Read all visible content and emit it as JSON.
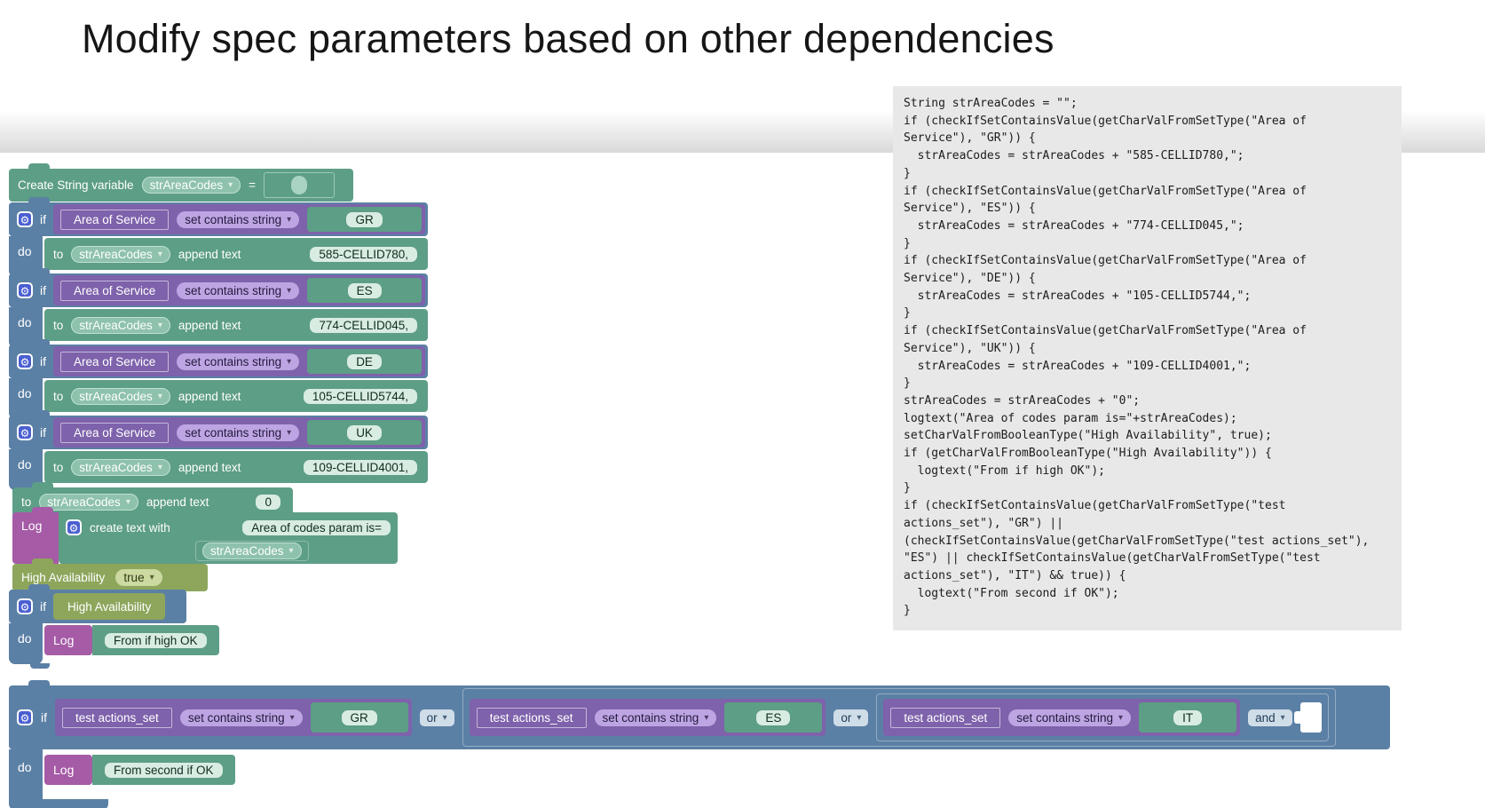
{
  "title": "Modify spec parameters based on other dependencies",
  "colors": {
    "block_green": "#5d9e86",
    "block_blue": "#5b80a5",
    "block_purple": "#7e62ab",
    "block_magenta": "#a55ba5",
    "block_olive": "#8da65c",
    "dropdown_lavender": "#bda5e3",
    "field_pill_bg": "#d9ece2",
    "gear_icon_bg": "#4a5fd0",
    "code_panel_bg": "#e8e8e8"
  },
  "workspace": {
    "create_var": {
      "label": "Create String variable",
      "var_dropdown": "strAreaCodes",
      "equals": "="
    },
    "if_rows": [
      {
        "if": "if",
        "set": "Area of Service",
        "op": "set contains string",
        "value": "GR",
        "do": "do",
        "to": "to",
        "var": "strAreaCodes",
        "action": "append text",
        "text": "585-CELLID780,"
      },
      {
        "if": "if",
        "set": "Area of Service",
        "op": "set contains string",
        "value": "ES",
        "do": "do",
        "to": "to",
        "var": "strAreaCodes",
        "action": "append text",
        "text": "774-CELLID045,"
      },
      {
        "if": "if",
        "set": "Area of Service",
        "op": "set contains string",
        "value": "DE",
        "do": "do",
        "to": "to",
        "var": "strAreaCodes",
        "action": "append text",
        "text": "105-CELLID5744,"
      },
      {
        "if": "if",
        "set": "Area of Service",
        "op": "set contains string",
        "value": "UK",
        "do": "do",
        "to": "to",
        "var": "strAreaCodes",
        "action": "append text",
        "text": "109-CELLID4001,"
      }
    ],
    "append_zero": {
      "to": "to",
      "var": "strAreaCodes",
      "action": "append text",
      "text": "0"
    },
    "log_create": {
      "log": "Log",
      "label": "create text with",
      "arg1": "Area of codes param is=",
      "arg2": "strAreaCodes"
    },
    "high_availability": {
      "label": "High Availability",
      "value": "true"
    },
    "if_high": {
      "if": "if",
      "condition": "High Availability",
      "do": "do",
      "log": "Log",
      "message": "From if high OK"
    },
    "big_if": {
      "if": "if",
      "do": "do",
      "log": "Log",
      "message": "From second if OK",
      "conditions": [
        {
          "set": "test actions_set",
          "op": "set contains string",
          "value": "GR",
          "join": "or"
        },
        {
          "set": "test actions_set",
          "op": "set contains string",
          "value": "ES",
          "join": "or"
        },
        {
          "set": "test actions_set",
          "op": "set contains string",
          "value": "IT",
          "join": "and"
        }
      ]
    }
  },
  "code_panel": {
    "lines": [
      "String strAreaCodes = \"\";",
      "if (checkIfSetContainsValue(getCharValFromSetType(\"Area of",
      "Service\"), \"GR\")) {",
      "  strAreaCodes = strAreaCodes + \"585-CELLID780,\";",
      "}",
      "if (checkIfSetContainsValue(getCharValFromSetType(\"Area of",
      "Service\"), \"ES\")) {",
      "  strAreaCodes = strAreaCodes + \"774-CELLID045,\";",
      "}",
      "if (checkIfSetContainsValue(getCharValFromSetType(\"Area of",
      "Service\"), \"DE\")) {",
      "  strAreaCodes = strAreaCodes + \"105-CELLID5744,\";",
      "}",
      "if (checkIfSetContainsValue(getCharValFromSetType(\"Area of",
      "Service\"), \"UK\")) {",
      "  strAreaCodes = strAreaCodes + \"109-CELLID4001,\";",
      "}",
      "strAreaCodes = strAreaCodes + \"0\";",
      "logtext(\"Area of codes param is=\"+strAreaCodes);",
      "setCharValFromBooleanType(\"High Availability\", true);",
      "if (getCharValFromBooleanType(\"High Availability\")) {",
      "  logtext(\"From if high OK\");",
      "}",
      "if (checkIfSetContainsValue(getCharValFromSetType(\"test",
      "actions_set\"), \"GR\") ||",
      "(checkIfSetContainsValue(getCharValFromSetType(\"test actions_set\"),",
      "\"ES\") || checkIfSetContainsValue(getCharValFromSetType(\"test",
      "actions_set\"), \"IT\") && true)) {",
      "  logtext(\"From second if OK\");",
      "}"
    ]
  },
  "icons": {
    "gear": "⚙"
  }
}
